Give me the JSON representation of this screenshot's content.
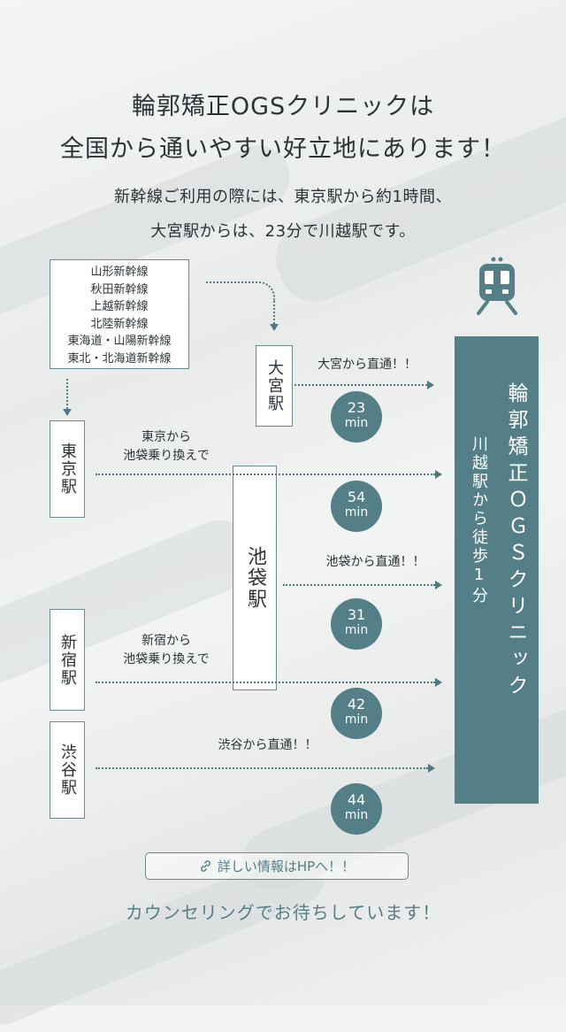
{
  "headline": {
    "line1": "輪郭矯正OGSクリニックは",
    "line2": "全国から通いやすい好立地にあります！"
  },
  "intro": {
    "line1": "新幹線ご利用の際には、東京駅から約1時間、",
    "line2": "大宮駅からは、23分で川越駅です。"
  },
  "shinkansen_lines": [
    "山形新幹線",
    "秋田新幹線",
    "上越新幹線",
    "北陸新幹線",
    "東海道・山陽新幹線",
    "東北・北海道新幹線"
  ],
  "stations": {
    "omiya": "大宮駅",
    "tokyo": "東京駅",
    "ikebukuro": "池袋駅",
    "shinjuku": "新宿駅",
    "shibuya": "渋谷駅"
  },
  "routes": {
    "omiya": {
      "label": "大宮から直通！！",
      "minutes": "23",
      "unit": "min"
    },
    "tokyo": {
      "label_line1": "東京から",
      "label_line2": "池袋乗り換えで",
      "minutes": "54",
      "unit": "min"
    },
    "ikebukuro": {
      "label": "池袋から直通！！",
      "minutes": "31",
      "unit": "min"
    },
    "shinjuku": {
      "label_line1": "新宿から",
      "label_line2": "池袋乗り換えで",
      "minutes": "42",
      "unit": "min"
    },
    "shibuya": {
      "label": "渋谷から直通！！",
      "minutes": "44",
      "unit": "min"
    }
  },
  "destination": {
    "clinic": "輪郭矯正ＯＧＳクリニック",
    "access": "川越駅から徒歩1分"
  },
  "icons": {
    "train": "train-icon",
    "link": "link-icon"
  },
  "link_button": {
    "label": "詳しい情報はHPへ！！"
  },
  "closing": "カウンセリングでお待ちしています！",
  "colors": {
    "accent": "#557f86",
    "text": "#2b3336",
    "background": "#f2f3f3"
  }
}
